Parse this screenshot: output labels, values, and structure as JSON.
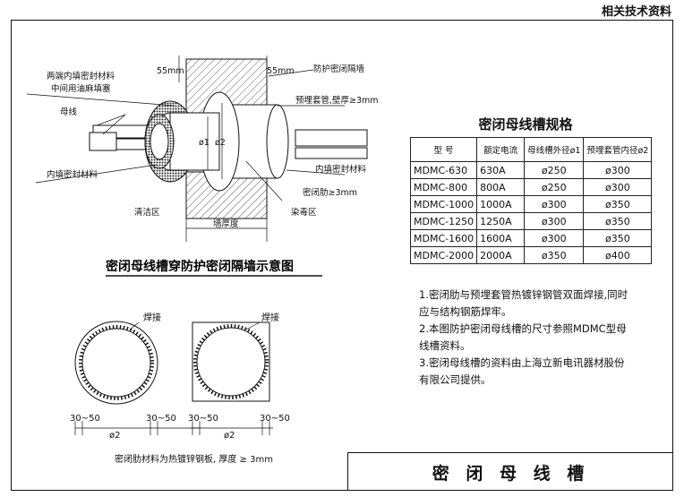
{
  "header": "相关技术资料",
  "diagram": {
    "labels": {
      "dim_left": "55mm",
      "dim_right": "55mm",
      "wall": "防护密闭隔墙",
      "sleeve": "预埋套管,壁厚≥3mm",
      "fill_both": "两端内填密封材料",
      "fill_mid": "中间用油麻填塞",
      "busbar": "母线",
      "inner_fill_left": "内填密封材料",
      "inner_fill_right": "内填密封材料",
      "rib": "密闭肋≥3mm",
      "clean_zone": "清洁区",
      "contam_zone": "染毒区",
      "wall_thickness": "墙厚度",
      "d1": "ø1",
      "d2": "ø2"
    },
    "caption": "密闭母线槽穿防护密闭隔墙示意图"
  },
  "detail": {
    "weld_left": "焊接",
    "weld_right": "焊接",
    "dims": [
      "30~50",
      "30~50",
      "30~50",
      "30~50"
    ],
    "d2_left": "ø2",
    "d2_right": "ø2",
    "caption": "密闭肋材料为热镀锌钢板, 厚度 ≥ 3mm"
  },
  "table": {
    "title": "密闭母线槽规格",
    "headers": [
      "型 号",
      "额定电流",
      "母线槽外径ø1",
      "预埋套管内径ø2"
    ],
    "rows": [
      [
        "MDMC-630",
        "630A",
        "ø250",
        "ø300"
      ],
      [
        "MDMC-800",
        "800A",
        "ø250",
        "ø300"
      ],
      [
        "MDMC-1000",
        "1000A",
        "ø300",
        "ø350"
      ],
      [
        "MDMC-1250",
        "1250A",
        "ø300",
        "ø350"
      ],
      [
        "MDMC-1600",
        "1600A",
        "ø300",
        "ø350"
      ],
      [
        "MDMC-2000",
        "2000A",
        "ø350",
        "ø400"
      ]
    ]
  },
  "notes": [
    "1.密闭肋与预埋套管热镀锌钢管双面焊接,同时应与结构钢筋焊牢。",
    "2.本图防护密闭母线槽的尺寸参照MDMC型母线槽资料。",
    "3.密闭母线槽的资料由上海立新电讯器材股份有限公司提供。"
  ],
  "title_block": "密 闭 母 线 槽"
}
